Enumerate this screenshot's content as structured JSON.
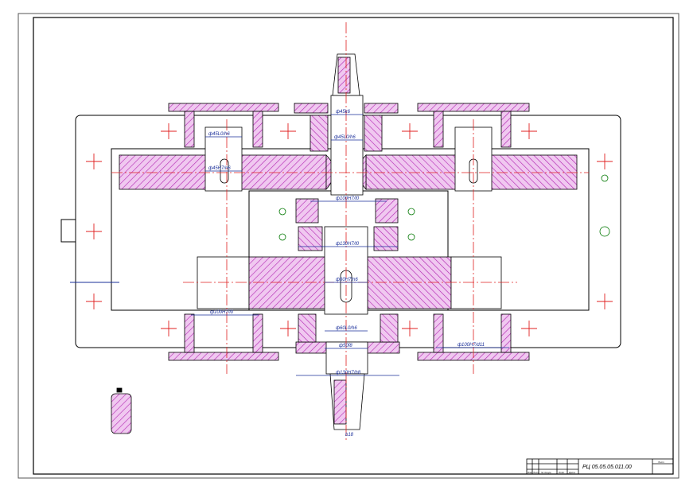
{
  "drawing": {
    "colors": {
      "hatch": "#b020b0",
      "hatch_fill": "#f0c8f0",
      "centerline": "#e02020",
      "dimension": "#1a2f9a",
      "outline": "#000000"
    },
    "dimensions": {
      "top_shaft_seal": "ф45k6",
      "top_shaft_bearing": "ф45L0/h6",
      "left_top_bearing": "ф45L0/h6",
      "left_top_gear": "ф45H7/n6",
      "mid_cup_upper": "ф100H7/l0",
      "mid_cup_lower": "ф130H7/l0",
      "center_gear": "ф60H7/n6",
      "bottom_shaft_bearing": "ф60L0/h6",
      "bottom_shaft_seal": "ф50f8",
      "bottom_cover": "ф130H7/h8",
      "left_bottom_cup": "ф100H7/l0",
      "right_bottom_cup": "ф100H7/d11",
      "key_width": "b18"
    },
    "title_block": {
      "code": "РЦ 05.05.05.011.00",
      "sheet_label": "Лист",
      "columns": [
        "Изм",
        "Лист",
        "№ докум.",
        "Подп.",
        "Дата"
      ]
    }
  }
}
